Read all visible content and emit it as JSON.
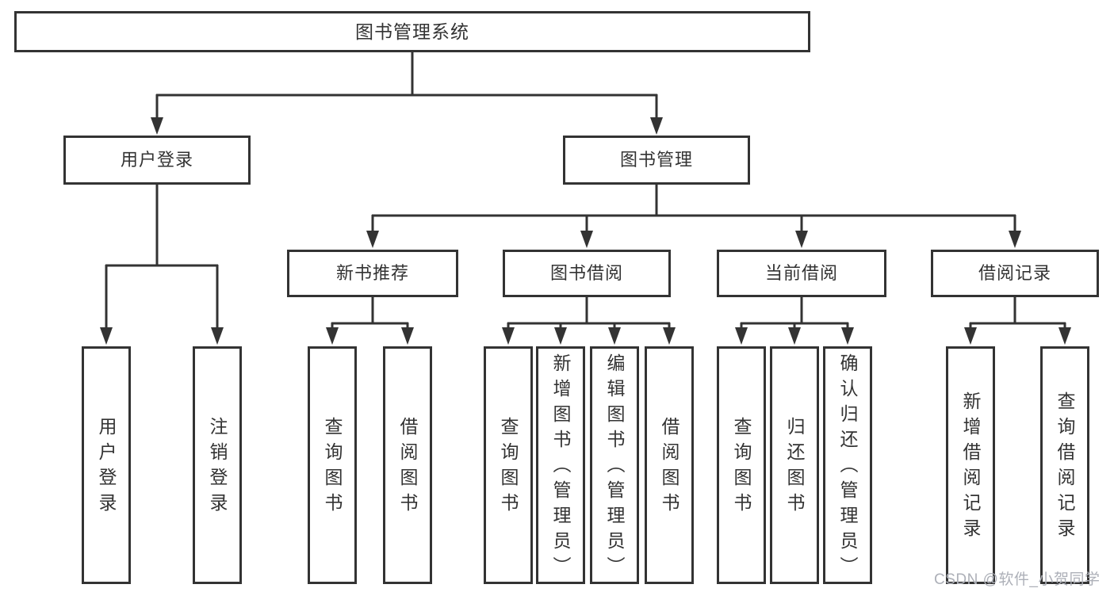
{
  "diagram_type": "hierarchy-tree",
  "tree": {
    "root": {
      "label": "图书管理系统",
      "children": [
        {
          "label": "用户登录",
          "children": [
            {
              "label": "用户登录"
            },
            {
              "label": "注销登录"
            }
          ]
        },
        {
          "label": "图书管理",
          "children": [
            {
              "label": "新书推荐",
              "children": [
                {
                  "label": "查询图书"
                },
                {
                  "label": "借阅图书"
                }
              ]
            },
            {
              "label": "图书借阅",
              "children": [
                {
                  "label": "查询图书"
                },
                {
                  "label": "新增图书（管理员）"
                },
                {
                  "label": "编辑图书（管理员）"
                },
                {
                  "label": "借阅图书"
                }
              ]
            },
            {
              "label": "当前借阅",
              "children": [
                {
                  "label": "查询图书"
                },
                {
                  "label": "归还图书"
                },
                {
                  "label": "确认归还（管理员）"
                }
              ]
            },
            {
              "label": "借阅记录",
              "children": [
                {
                  "label": "新增借阅记录"
                },
                {
                  "label": "查询借阅记录"
                }
              ]
            }
          ]
        }
      ]
    }
  },
  "watermark": {
    "text": "CSDN @软件_小贺同学"
  },
  "colors": {
    "line": "#333333",
    "text": "#333333",
    "background": "#ffffff",
    "watermark": "#adb0b8"
  }
}
